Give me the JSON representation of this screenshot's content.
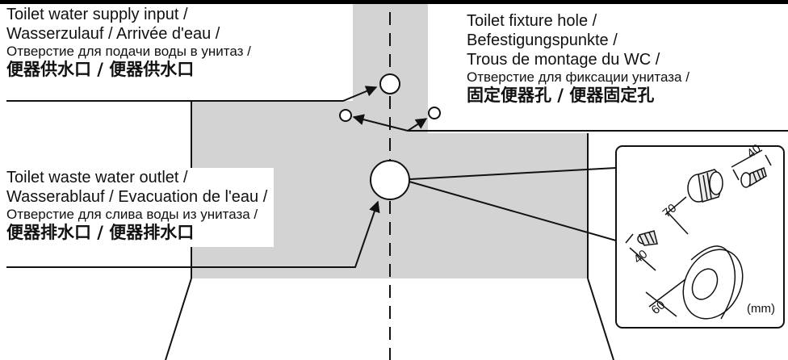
{
  "labels": {
    "supply_input": {
      "en": "Toilet water supply input /",
      "de_fr": "Wasserzulauf / Arrivée d'eau /",
      "ru": "Отверстие для подачи воды в унитаз /",
      "cn": "便器供水口 / 便器供水口"
    },
    "fixture_hole": {
      "en": "Toilet fixture hole /",
      "de": "Befestigungspunkte /",
      "fr": "Trous de montage du WC /",
      "ru": "Отверстие для фиксации унитаза /",
      "cn": "固定便器孔 / 便器固定孔"
    },
    "waste_outlet": {
      "en": "Toilet waste water outlet /",
      "de_fr": "Wasserablauf / Evacuation de l'eau /",
      "ru": "Отверстие для слива воды из унитаза /",
      "cn": "便器排水口 / 便器排水口"
    }
  },
  "detail": {
    "dimensions": {
      "bolt_top": "40",
      "rosette": "70",
      "bolt_left": "40",
      "seal": "60"
    },
    "unit": "(mm)"
  },
  "colors": {
    "panel": "#d3d3d3",
    "line": "#111111",
    "header_bar": "#000000"
  }
}
